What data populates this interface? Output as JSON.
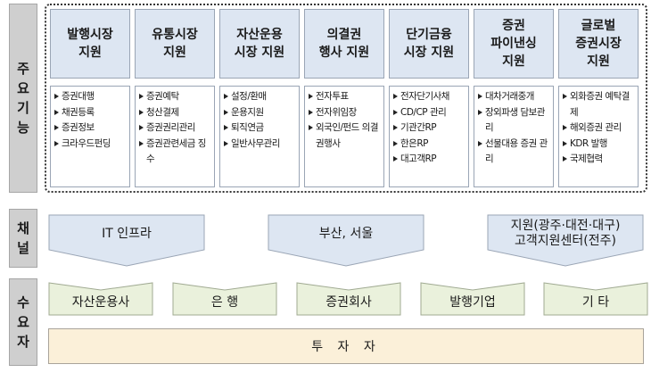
{
  "row_labels": {
    "functions": [
      "주",
      "요",
      "기",
      "능"
    ],
    "channel": [
      "채",
      "널"
    ],
    "demand": [
      "수",
      "요",
      "자"
    ]
  },
  "functions": [
    {
      "title": [
        "발행시장",
        "지원"
      ],
      "items": [
        "증권대행",
        "채권등록",
        "증권정보",
        "크라우드펀딩"
      ]
    },
    {
      "title": [
        "유통시장",
        "지원"
      ],
      "items": [
        "증권예탁",
        "청산결제",
        "증권권리관리",
        "증권관련세금 징수"
      ]
    },
    {
      "title": [
        "자산운용",
        "시장 지원"
      ],
      "items": [
        "설정/환매",
        "운용지원",
        "퇴직연금",
        "일반사무관리"
      ]
    },
    {
      "title": [
        "의결권",
        "행사 지원"
      ],
      "items": [
        "전자투표",
        "전자위임장",
        "외국인/펀드 의결권행사"
      ]
    },
    {
      "title": [
        "단기금융",
        "시장 지원"
      ],
      "items": [
        "전자단기사채",
        "CD/CP 관리",
        "기관간RP",
        "한은RP",
        "대고객RP"
      ]
    },
    {
      "title": [
        "증권",
        "파이낸싱",
        "지원"
      ],
      "items": [
        "대차거래중개",
        "장외파생 담보관리",
        "선물대용 증권 관리"
      ]
    },
    {
      "title": [
        "글로벌",
        "증권시장",
        "지원"
      ],
      "items": [
        "외화증권 예탁결제",
        "해외증권 관리",
        "KDR 발행",
        "국제협력"
      ]
    }
  ],
  "channels": [
    {
      "lines": [
        "IT 인프라"
      ]
    },
    {
      "lines": [
        "부산, 서울"
      ]
    },
    {
      "lines": [
        "지원(광주·대전·대구)",
        "고객지원센터(전주)"
      ]
    }
  ],
  "demand": [
    "자산운용사",
    "은 행",
    "증권회사",
    "발행기업",
    "기 타"
  ],
  "investor": "투 자 자",
  "colors": {
    "function_header_fill": "#dde6f2",
    "channel_fill": "#dde6f2",
    "demand_fill": "#eaf1dc",
    "investor_fill": "#fbf0d9",
    "label_fill": "#cfcfcf"
  }
}
